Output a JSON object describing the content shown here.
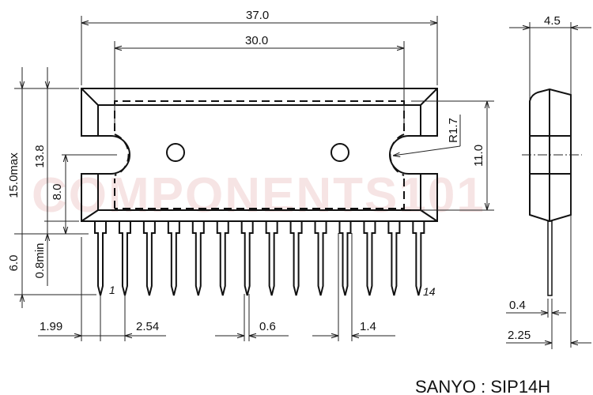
{
  "watermark": "COMPONENTS101",
  "dimensions": {
    "overall_length": "37.0",
    "hole_spacing": "30.0",
    "side_thickness": "4.5",
    "height_max": "15.0max",
    "body_height": "13.8",
    "notch_height": "8.0",
    "lead_length": "6.0",
    "standoff": "0.8min",
    "notch_radius": "R1.7",
    "inner_height": "11.0",
    "first_pin_offset": "1.99",
    "pin_pitch": "2.54",
    "pin_width": "0.6",
    "shoulder_width": "1.4",
    "lead_thickness": "0.4",
    "lead_offset": "2.25"
  },
  "pins": {
    "first": "1",
    "last": "14",
    "count": 14
  },
  "package_label": "SANYO : SIP14H"
}
